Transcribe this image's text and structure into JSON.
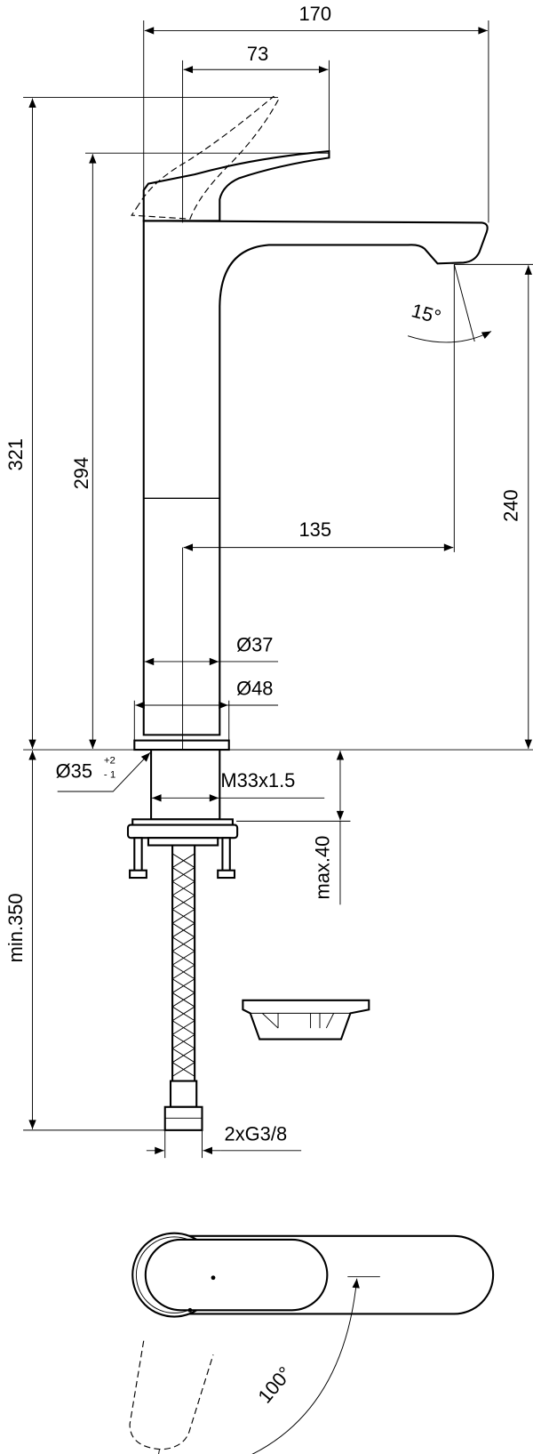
{
  "drawing": {
    "title": "Basin mixer technical drawing",
    "dimensions": {
      "width_total": "170",
      "lever_reach": "73",
      "height_total": "321",
      "height_lever": "294",
      "spout_height": "240",
      "spout_reach": "135",
      "dia_body": "Ø37",
      "dia_base": "Ø48",
      "hole_dia": "Ø35",
      "hole_tol_plus": "+2",
      "hole_tol_minus": "- 1",
      "thread": "M33x1.5",
      "max_deck": "max.40",
      "min_hose": "min.350",
      "connection": "2xG3/8",
      "spout_angle": "15°",
      "lever_rotation": "100°"
    }
  }
}
